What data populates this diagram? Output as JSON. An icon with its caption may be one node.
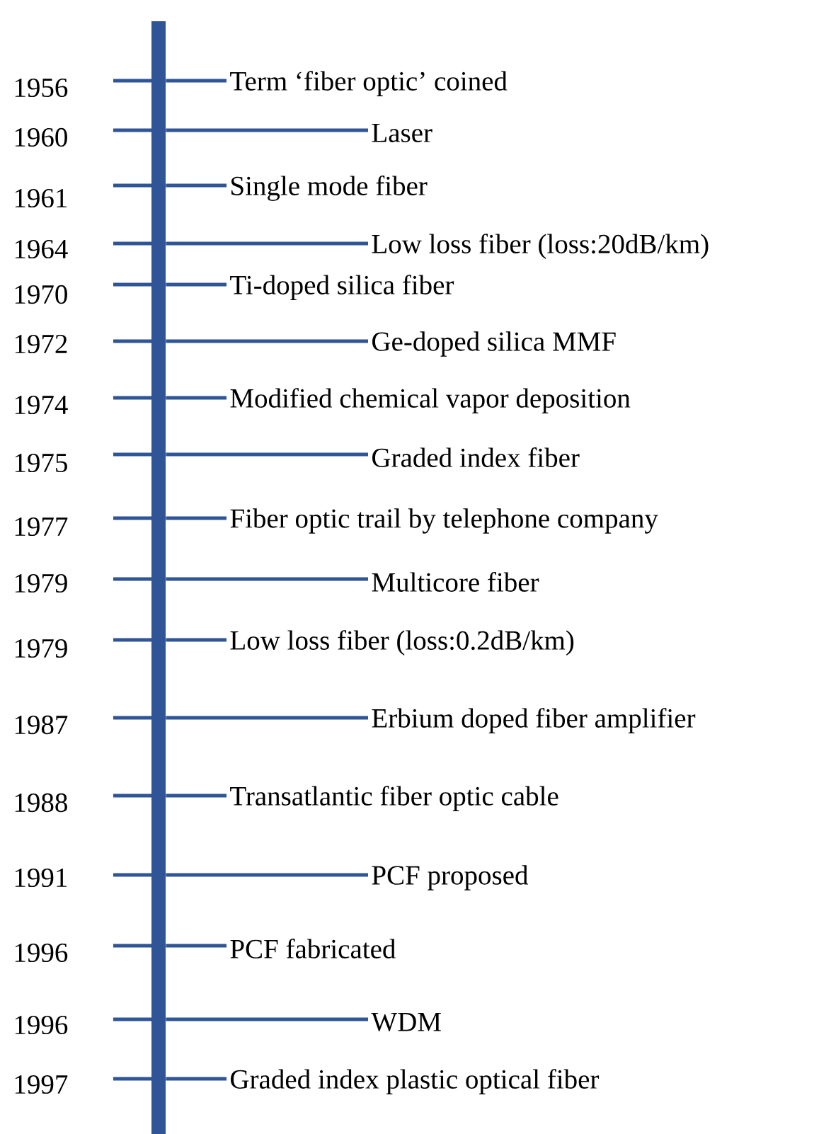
{
  "diagram": {
    "nodes": [
      {
        "text": [],
        "shape": "bar"
      },
      {
        "text": [
          "Term ‘fiber optic’ coined"
        ]
      },
      {
        "text": [
          "Laser"
        ]
      },
      {
        "text": [
          "Single mode fiber"
        ]
      },
      {
        "text": [
          "Low loss fiber (loss:20dB/km)"
        ]
      },
      {
        "text": [
          "Ti-doped silica fiber"
        ]
      },
      {
        "text": [
          "Ge-doped silica MMF"
        ]
      },
      {
        "text": [
          "Modified chemical vapor deposition"
        ]
      },
      {
        "text": [
          "Graded index fiber"
        ]
      },
      {
        "text": [
          "Fiber optic trail by telephone company"
        ]
      },
      {
        "text": [
          "Multicore fiber"
        ]
      },
      {
        "text": [
          "Low loss fiber (loss:0.2dB/km)"
        ]
      },
      {
        "text": [
          "Erbium doped fiber amplifier"
        ]
      },
      {
        "text": [
          "Transatlantic fiber optic cable"
        ]
      },
      {
        "text": [
          "PCF proposed"
        ]
      },
      {
        "text": [
          "PCF fabricated"
        ]
      },
      {
        "text": [
          "WDM"
        ]
      },
      {
        "text": [
          "Graded index plastic optical fiber"
        ]
      }
    ],
    "edges": [
      {
        "from": 0,
        "to": 1,
        "arrow": "none"
      },
      {
        "from": 0,
        "to": 2,
        "arrow": "none"
      },
      {
        "from": 0,
        "to": 3,
        "arrow": "none"
      },
      {
        "from": 0,
        "to": 4,
        "arrow": "none"
      },
      {
        "from": 0,
        "to": 5,
        "arrow": "none"
      },
      {
        "from": 0,
        "to": 6,
        "arrow": "none"
      },
      {
        "from": 0,
        "to": 7,
        "arrow": "none"
      },
      {
        "from": 0,
        "to": 8,
        "arrow": "none"
      },
      {
        "from": 0,
        "to": 9,
        "arrow": "none"
      },
      {
        "from": 0,
        "to": 10,
        "arrow": "none"
      },
      {
        "from": 0,
        "to": 11,
        "arrow": "none"
      },
      {
        "from": 0,
        "to": 12,
        "arrow": "none"
      },
      {
        "from": 0,
        "to": 13,
        "arrow": "none"
      },
      {
        "from": 0,
        "to": 14,
        "arrow": "none"
      },
      {
        "from": 0,
        "to": 15,
        "arrow": "none"
      },
      {
        "from": 0,
        "to": 16,
        "arrow": "none"
      },
      {
        "from": 0,
        "to": 17,
        "arrow": "none"
      }
    ],
    "labels": [
      "1956",
      "1960",
      "1961",
      "1964",
      "1970",
      "1972",
      "1974",
      "1975",
      "1977",
      "1979",
      "1979",
      "1987",
      "1988",
      "1991",
      "1996",
      "1996",
      "1997"
    ]
  }
}
